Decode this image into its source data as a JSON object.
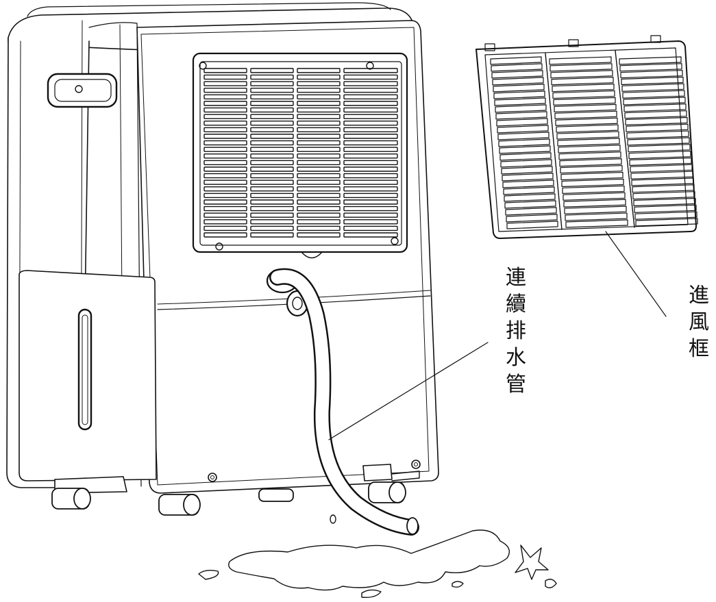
{
  "labels": {
    "hose": [
      "連",
      "續",
      "排",
      "水",
      "管"
    ],
    "filter_frame": [
      "進",
      "風",
      "框"
    ]
  },
  "colors": {
    "line": "#111111",
    "fill": "#ffffff",
    "background": "#ffffff"
  }
}
